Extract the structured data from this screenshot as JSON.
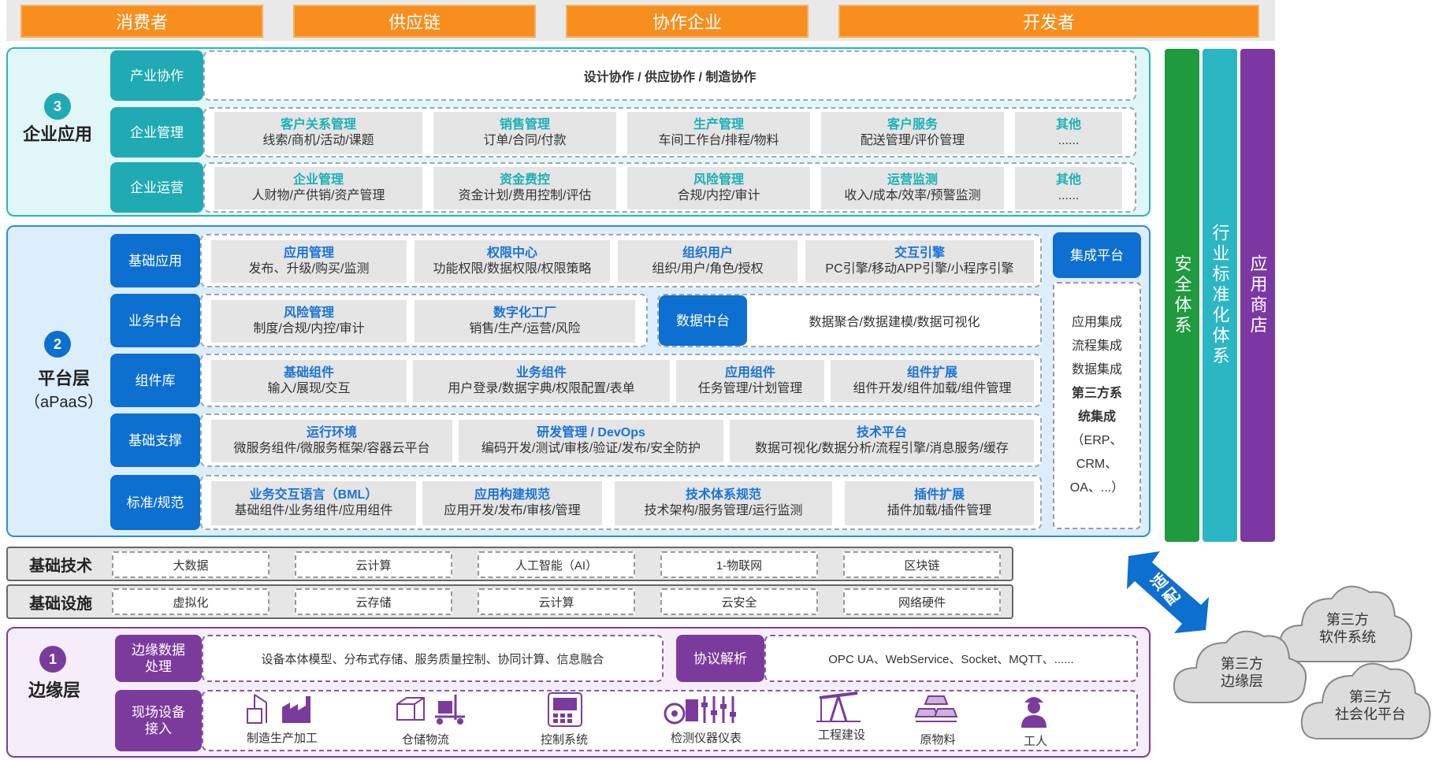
{
  "top_roles": [
    "消费者",
    "供应链",
    "协作企业",
    "开发者"
  ],
  "layer3": {
    "number": "3",
    "name": "企业应用",
    "rows": [
      {
        "label": "产业协作",
        "text": "设计协作 / 供应协作 / 制造协作"
      },
      {
        "label": "企业管理",
        "cells": [
          {
            "title": "客户关系管理",
            "desc": "线索/商机/活动/课题"
          },
          {
            "title": "销售管理",
            "desc": "订单/合同/付款"
          },
          {
            "title": "生产管理",
            "desc": "车间工作台/排程/物料"
          },
          {
            "title": "客户服务",
            "desc": "配送管理/评价管理"
          },
          {
            "title": "其他",
            "desc": "......"
          }
        ]
      },
      {
        "label": "企业运营",
        "cells": [
          {
            "title": "企业管理",
            "desc": "人财物/产供销/资产管理"
          },
          {
            "title": "资金费控",
            "desc": "资金计划/费用控制/评估"
          },
          {
            "title": "风险管理",
            "desc": "合规/内控/审计"
          },
          {
            "title": "运营监测",
            "desc": "收入/成本/效率/预警监测"
          },
          {
            "title": "其他",
            "desc": "......"
          }
        ]
      }
    ]
  },
  "layer2": {
    "number": "2",
    "name": "平台层",
    "sub": "（aPaaS）",
    "rows": [
      {
        "label": "基础应用",
        "cells": [
          {
            "title": "应用管理",
            "desc": "发布、升级/购买/监测"
          },
          {
            "title": "权限中心",
            "desc": "功能权限/数据权限/权限策略"
          },
          {
            "title": "组织用户",
            "desc": "组织/用户/角色/授权"
          },
          {
            "title": "交互引擎",
            "desc": "PC引擎/移动APP引擎/小程序引擎"
          }
        ]
      },
      {
        "label": "业务中台",
        "cells": [
          {
            "title": "风险管理",
            "desc": "制度/合规/内控/审计"
          },
          {
            "title": "数字化工厂",
            "desc": "销售/生产/运营/风险"
          }
        ],
        "extra_label": "数据中台",
        "extra_text": "数据聚合/数据建模/数据可视化"
      },
      {
        "label": "组件库",
        "cells": [
          {
            "title": "基础组件",
            "desc": "输入/展现/交互"
          },
          {
            "title": "业务组件",
            "desc": "用户登录/数据字典/权限配置/表单"
          },
          {
            "title": "应用组件",
            "desc": "任务管理/计划管理"
          },
          {
            "title": "组件扩展",
            "desc": "组件开发/组件加载/组件管理"
          }
        ]
      },
      {
        "label": "基础支撑",
        "cells": [
          {
            "title": "运行环境",
            "desc": "微服务组件/微服务框架/容器云平台"
          },
          {
            "title": "研发管理 / DevOps",
            "desc": "编码开发/测试/审核/验证/发布/安全防护"
          },
          {
            "title": "技术平台",
            "desc": "数据可视化/数据分析/流程引擎/消息服务/缓存"
          }
        ]
      },
      {
        "label": "标准/规范",
        "cells": [
          {
            "title": "业务交互语言（BML）",
            "desc": "基础组件/业务组件/应用组件"
          },
          {
            "title": "应用构建规范",
            "desc": "应用开发/发布/审核/管理"
          },
          {
            "title": "技术体系规范",
            "desc": "技术架构/服务管理/运行监测"
          },
          {
            "title": "插件扩展",
            "desc": "插件加载/插件管理"
          }
        ]
      }
    ],
    "integration": {
      "title": "集成平台",
      "items": [
        "应用集成",
        "流程集成",
        "数据集成",
        "第三方系",
        "统集成",
        "（ERP、",
        "CRM、",
        "OA、...）"
      ]
    }
  },
  "side_bars": [
    {
      "text": "安全体系",
      "color": "#1f9a3e"
    },
    {
      "text": "行业标准化体系",
      "color": "#2bb6c4"
    },
    {
      "text": "应用商店",
      "color": "#7b38a3"
    }
  ],
  "tech": {
    "label": "基础技术",
    "items": [
      "大数据",
      "云计算",
      "人工智能（AI）",
      "1-物联网",
      "区块链"
    ]
  },
  "infra": {
    "label": "基础设施",
    "items": [
      "虚拟化",
      "云存储",
      "云计算",
      "云安全",
      "网络硬件"
    ]
  },
  "layer1": {
    "number": "1",
    "name": "边缘层",
    "row1": {
      "label": "边缘数据处理",
      "text": "设备本体模型、分布式存储、服务质量控制、协同计算、信息融合",
      "label2": "协议解析",
      "text2": "OPC UA、WebService、Socket、MQTT、......"
    },
    "row2": {
      "label": "现场设备接入",
      "devices": [
        "制造生产加工",
        "仓储物流",
        "控制系统",
        "检测仪器仪表",
        "工程建设",
        "原物料",
        "工人"
      ]
    }
  },
  "adapt_label": "适配",
  "clouds": [
    "第三方软件系统",
    "第三方边缘层",
    "第三方社会化平台"
  ]
}
